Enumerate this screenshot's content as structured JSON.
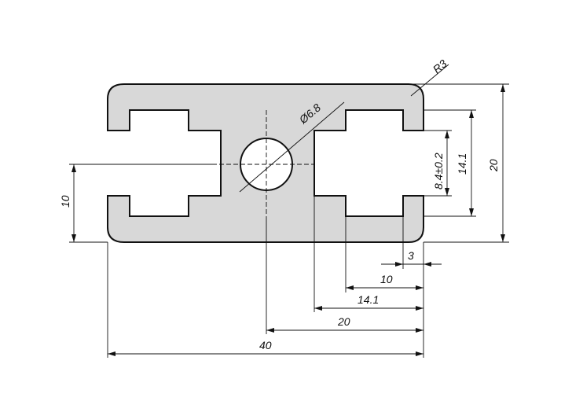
{
  "drawing": {
    "profile_shape": "aluminium extrusion profile cross-section, 40 x 20, two T-slots",
    "fill_color": "#d8d8d8",
    "line_color": "#111111"
  },
  "dimensions": {
    "radius": "R3",
    "hole_diameter": "Ø6.8",
    "height_total": "20",
    "slot_opening_height": "14.1",
    "slot_width_tolerance": "8.4±0.2",
    "center_height": "10",
    "slot_width_3": "3",
    "horizontal_10": "10",
    "horizontal_14_1": "14.1",
    "horizontal_20": "20",
    "total_width": "40"
  }
}
